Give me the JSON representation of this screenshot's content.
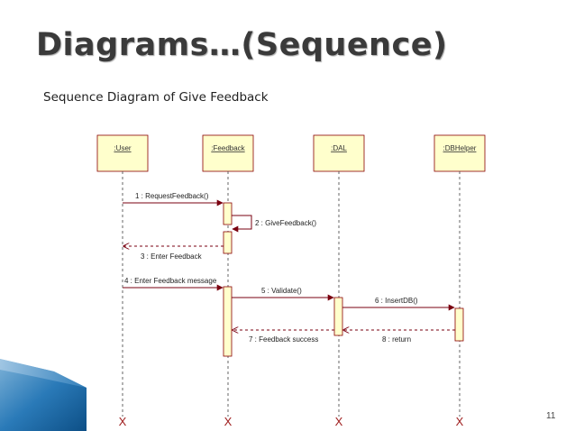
{
  "slide": {
    "title": "Diagrams…(Sequence)",
    "subtitle": "Sequence Diagram of Give Feedback",
    "page_number": "11"
  },
  "diagram": {
    "lifelines": [
      {
        "id": "user",
        "label": ":User"
      },
      {
        "id": "feedback",
        "label": ":Feedback"
      },
      {
        "id": "dal",
        "label": ":DAL"
      },
      {
        "id": "dbhelper",
        "label": ":DBHelper"
      }
    ],
    "messages": [
      {
        "id": "m1",
        "label": "1 : RequestFeedback()",
        "from": "user",
        "to": "feedback",
        "kind": "sync"
      },
      {
        "id": "m2",
        "label": "2 : GiveFeedback()",
        "from": "feedback",
        "to": "feedback",
        "kind": "self"
      },
      {
        "id": "m3",
        "label": "3 : Enter Feedback",
        "from": "feedback",
        "to": "user",
        "kind": "return"
      },
      {
        "id": "m4",
        "label": "4 : Enter Feedback message",
        "from": "user",
        "to": "feedback",
        "kind": "sync"
      },
      {
        "id": "m5",
        "label": "5 : Validate()",
        "from": "feedback",
        "to": "dal",
        "kind": "sync"
      },
      {
        "id": "m6",
        "label": "6 : InsertDB()",
        "from": "dal",
        "to": "dbhelper",
        "kind": "sync"
      },
      {
        "id": "m7",
        "label": "7 : Feedback success",
        "from": "dal",
        "to": "feedback",
        "kind": "return"
      },
      {
        "id": "m8",
        "label": "8 : return",
        "from": "dbhelper",
        "to": "dal",
        "kind": "return"
      }
    ],
    "destroy_marker": "X",
    "colors": {
      "lifeline_box": "#ffffcc",
      "lifeline_box_border": "#8b0000",
      "arrow": "#7a0010",
      "activation": "#ffffcc"
    }
  }
}
